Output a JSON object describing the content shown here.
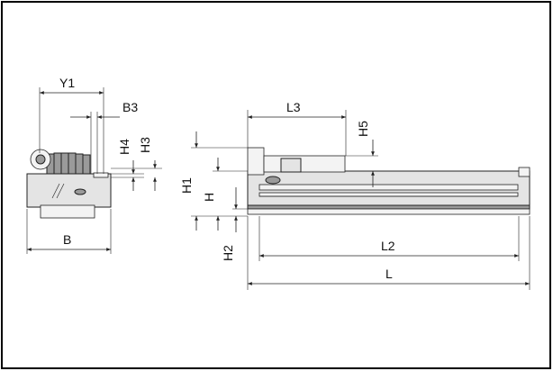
{
  "labels": {
    "y1": "Y1",
    "b3": "B3",
    "h4": "H4",
    "h3": "H3",
    "h1": "H1",
    "h": "H",
    "h2": "H2",
    "b": "B",
    "l3": "L3",
    "h5": "H5",
    "l2": "L2",
    "l": "L"
  }
}
